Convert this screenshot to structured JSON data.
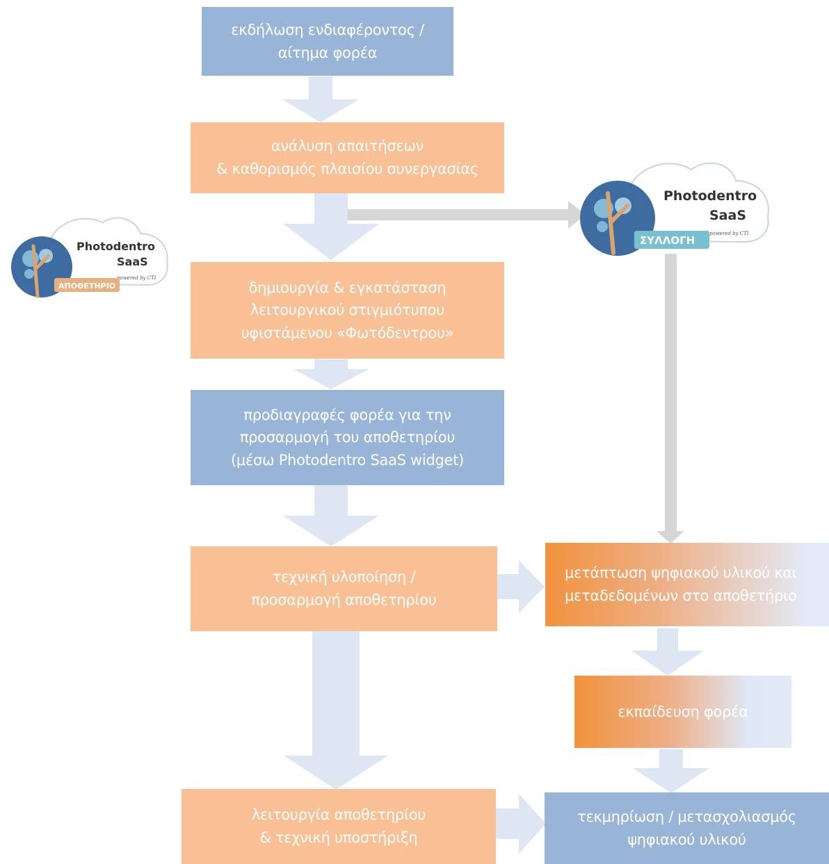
{
  "flow": {
    "interest": "εκδήλωση ενδιαφέροντος /\nαίτημα φορέα",
    "analysis": "ανάλυση απαιτήσεων\n& καθορισμός πλαισίου συνεργασίας",
    "instance": "δημιουργία & εγκατάσταση\nλειτουργικού στιγμιότυπου\nυφιστάμενου «Φωτόδεντρου»",
    "specs": "προδιαγραφές φορέα για την\nπροσαρμογή του αποθετηρίου\n(μέσω Photodentro SaaS widget)",
    "implementation": "τεχνική υλοποίηση  /\nπροσαρμογή αποθετηρίου",
    "migration": "μετάπτωση ψηφιακού υλικού και\nμεταδεδομένων στο αποθετήριο",
    "training": "εκπαίδευση φορέα",
    "operation": "λειτουργία αποθετηρίου\n& τεχνική υποστήριξη",
    "documentation": "τεκμηρίωση / μετασχολιασμός\nψηφιακού υλικού"
  },
  "logos": {
    "repository": {
      "title_line1": "Photodentro",
      "title_line2": "SaaS",
      "powered": "powered by CTI",
      "tag": "ΑΠΟΘΕΤΗΡΙΟ",
      "tag_color": "#e9b07f",
      "cloud_color": "#c7d4e6",
      "circle_color": "#3e6ba0"
    },
    "collection": {
      "title_line1": "Photodentro",
      "title_line2": "SaaS",
      "powered": "powered by CTI",
      "tag": "ΣΥΛΛΟΓΗ",
      "tag_color": "#78bfd0",
      "cloud_color": "#c7d4e6",
      "circle_color": "#3e6ba0"
    }
  },
  "colors": {
    "blue_box": "#98b4d7",
    "orange_box": "#f9c095",
    "arrow_blue": "#dde6f2",
    "arrow_gray": "#d6d6d6"
  }
}
